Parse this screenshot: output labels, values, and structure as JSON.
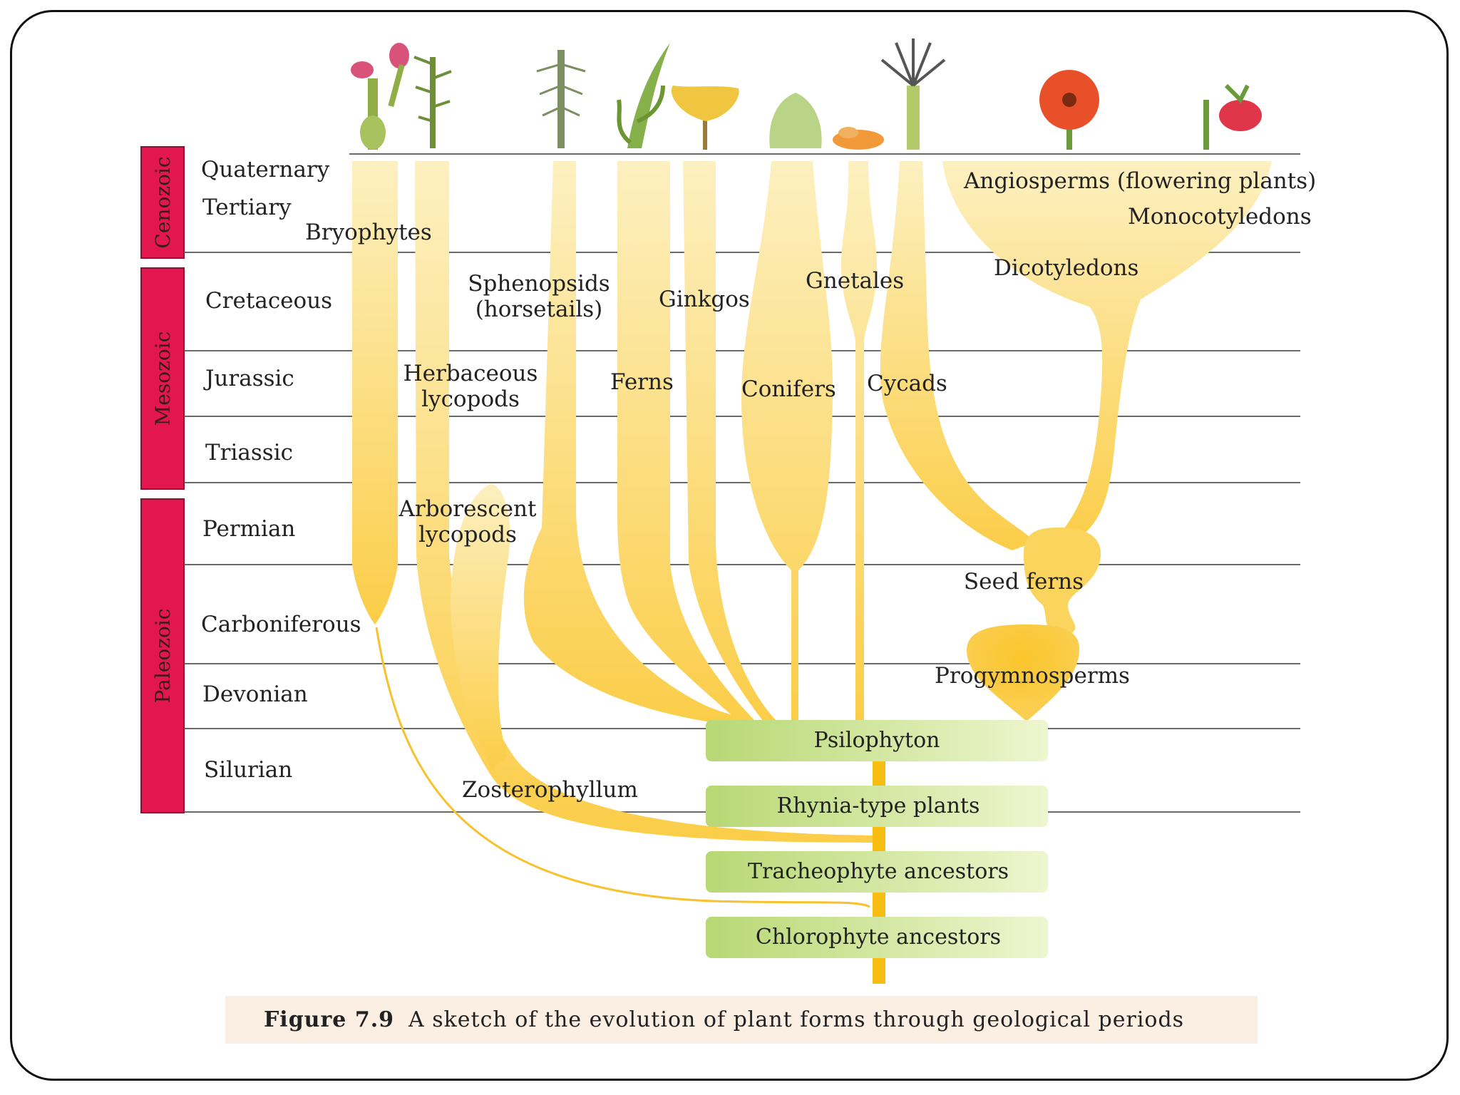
{
  "eras": [
    "Cenozoic",
    "Mesozoic",
    "Paleozoic"
  ],
  "periods": [
    "Quaternary",
    "Tertiary",
    "Cretaceous",
    "Jurassic",
    "Triassic",
    "Permian",
    "Carboniferous",
    "Devonian",
    "Silurian"
  ],
  "taxa": {
    "bryophytes": "Bryophytes",
    "sphenopsids_1": "Sphenopsids",
    "sphenopsids_2": "(horsetails)",
    "ginkgos": "Ginkgos",
    "gnetales": "Gnetales",
    "angiosperms": "Angiosperms (flowering plants)",
    "monocotyledons": "Monocotyledons",
    "dicotyledons": "Dicotyledons",
    "herbaceous_1": "Herbaceous",
    "herbaceous_2": "lycopods",
    "ferns": "Ferns",
    "conifers": "Conifers",
    "cycads": "Cycads",
    "arborescent_1": "Arborescent",
    "arborescent_2": "lycopods",
    "seed_ferns": "Seed ferns",
    "progymnosperms": "Progymnosperms",
    "zosterophyllum": "Zosterophyllum"
  },
  "boxes": [
    "Psilophyton",
    "Rhynia-type plants",
    "Tracheophyte ancestors",
    "Chlorophyte ancestors"
  ],
  "caption": {
    "figure": "Figure 7.9",
    "text": "A sketch of the evolution of plant forms through geological periods"
  },
  "colors": {
    "era_bar": "#e3174f",
    "branch": "#fbd45e",
    "branch_light": "#fdf1c4",
    "box": "#c4e08a",
    "trunk": "#f7bd12",
    "caption_bg": "#fbeee3"
  }
}
